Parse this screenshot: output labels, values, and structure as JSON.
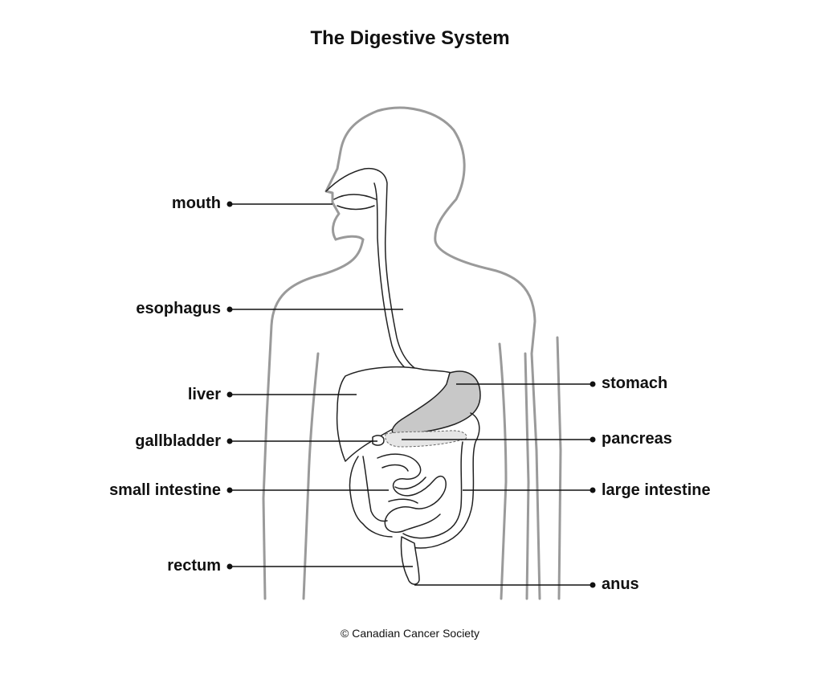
{
  "title": "The Digestive System",
  "copyright": "© Canadian Cancer Society",
  "labels": {
    "mouth": "mouth",
    "esophagus": "esophagus",
    "liver": "liver",
    "gallbladder": "gallbladder",
    "small_intestine": "small intestine",
    "rectum": "rectum",
    "stomach": "stomach",
    "pancreas": "pancreas",
    "large_intestine": "large intestine",
    "anus": "anus"
  },
  "colors": {
    "body_outline": "#9a9a9a",
    "stomach_fill": "#c8c8c8",
    "pancreas_fill": "#e6e6e6",
    "ink": "#111111"
  }
}
